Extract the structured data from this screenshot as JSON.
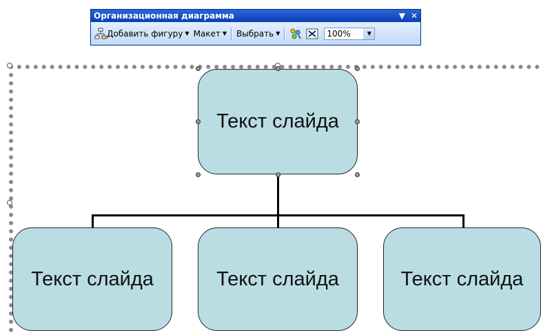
{
  "toolbar": {
    "title": "Организационная диаграмма",
    "add_shape_label": "Добавить фигуру",
    "layout_label": "Макет",
    "select_label": "Выбрать",
    "zoom_value": "100%"
  },
  "diagram": {
    "top_node": "Текст слайда",
    "child_nodes": [
      "Текст слайда",
      "Текст слайда",
      "Текст слайда"
    ]
  }
}
